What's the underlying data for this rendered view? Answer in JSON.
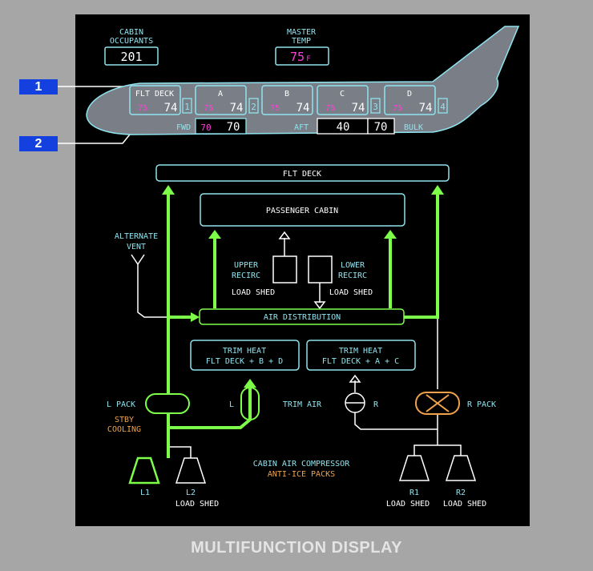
{
  "caption": "MULTIFUNCTION DISPLAY",
  "callouts": [
    "1",
    "2"
  ],
  "header": {
    "cabin_occupants_label": [
      "CABIN",
      "OCCUPANTS"
    ],
    "cabin_occupants_value": "201",
    "master_temp_label": [
      "MASTER",
      "TEMP"
    ],
    "master_temp_value": "75",
    "master_temp_unit": "F"
  },
  "zones": [
    {
      "label": "FLT DECK",
      "target": "75",
      "actual": "74"
    },
    {
      "label": "A",
      "target": "75",
      "actual": "74"
    },
    {
      "label": "B",
      "target": "75",
      "actual": "74"
    },
    {
      "label": "C",
      "target": "75",
      "actual": "74"
    },
    {
      "label": "D",
      "target": "75",
      "actual": "74"
    }
  ],
  "doors": [
    "1",
    "2",
    "3",
    "4"
  ],
  "cargo": {
    "fwd_label": "FWD",
    "fwd_target": "70",
    "fwd_actual": "70",
    "aft_label": "AFT",
    "aft_actual": "40",
    "bulk_actual": "70",
    "bulk_label": "BULK"
  },
  "labels": {
    "flt_deck": "FLT DECK",
    "passenger_cabin": "PASSENGER CABIN",
    "alternate_vent": [
      "ALTERNATE",
      "VENT"
    ],
    "upper_recirc": [
      "UPPER",
      "RECIRC"
    ],
    "lower_recirc": [
      "LOWER",
      "RECIRC"
    ],
    "load_shed": "LOAD SHED",
    "air_distribution": "AIR DISTRIBUTION",
    "trim_heat_1": [
      "TRIM HEAT",
      "FLT DECK + B + D"
    ],
    "trim_heat_2": [
      "TRIM HEAT",
      "FLT DECK + A + C"
    ],
    "l_pack": "L PACK",
    "stby_cooling": [
      "STBY",
      "COOLING"
    ],
    "trim_l": "L",
    "trim_air": "TRIM AIR",
    "trim_r": "R",
    "r_pack": "R PACK",
    "cac": "CABIN AIR COMPRESSOR",
    "anti_ice": "ANTI-ICE PACKS",
    "l1": "L1",
    "l2": "L2",
    "r1": "R1",
    "r2": "R2"
  },
  "colors": {
    "cyan": "#8fe3ee",
    "magenta": "#ff3fd8",
    "green": "#7dff4a",
    "amber": "#f0a24a",
    "white": "#ffffff",
    "fuselage": "#7a7f87"
  }
}
